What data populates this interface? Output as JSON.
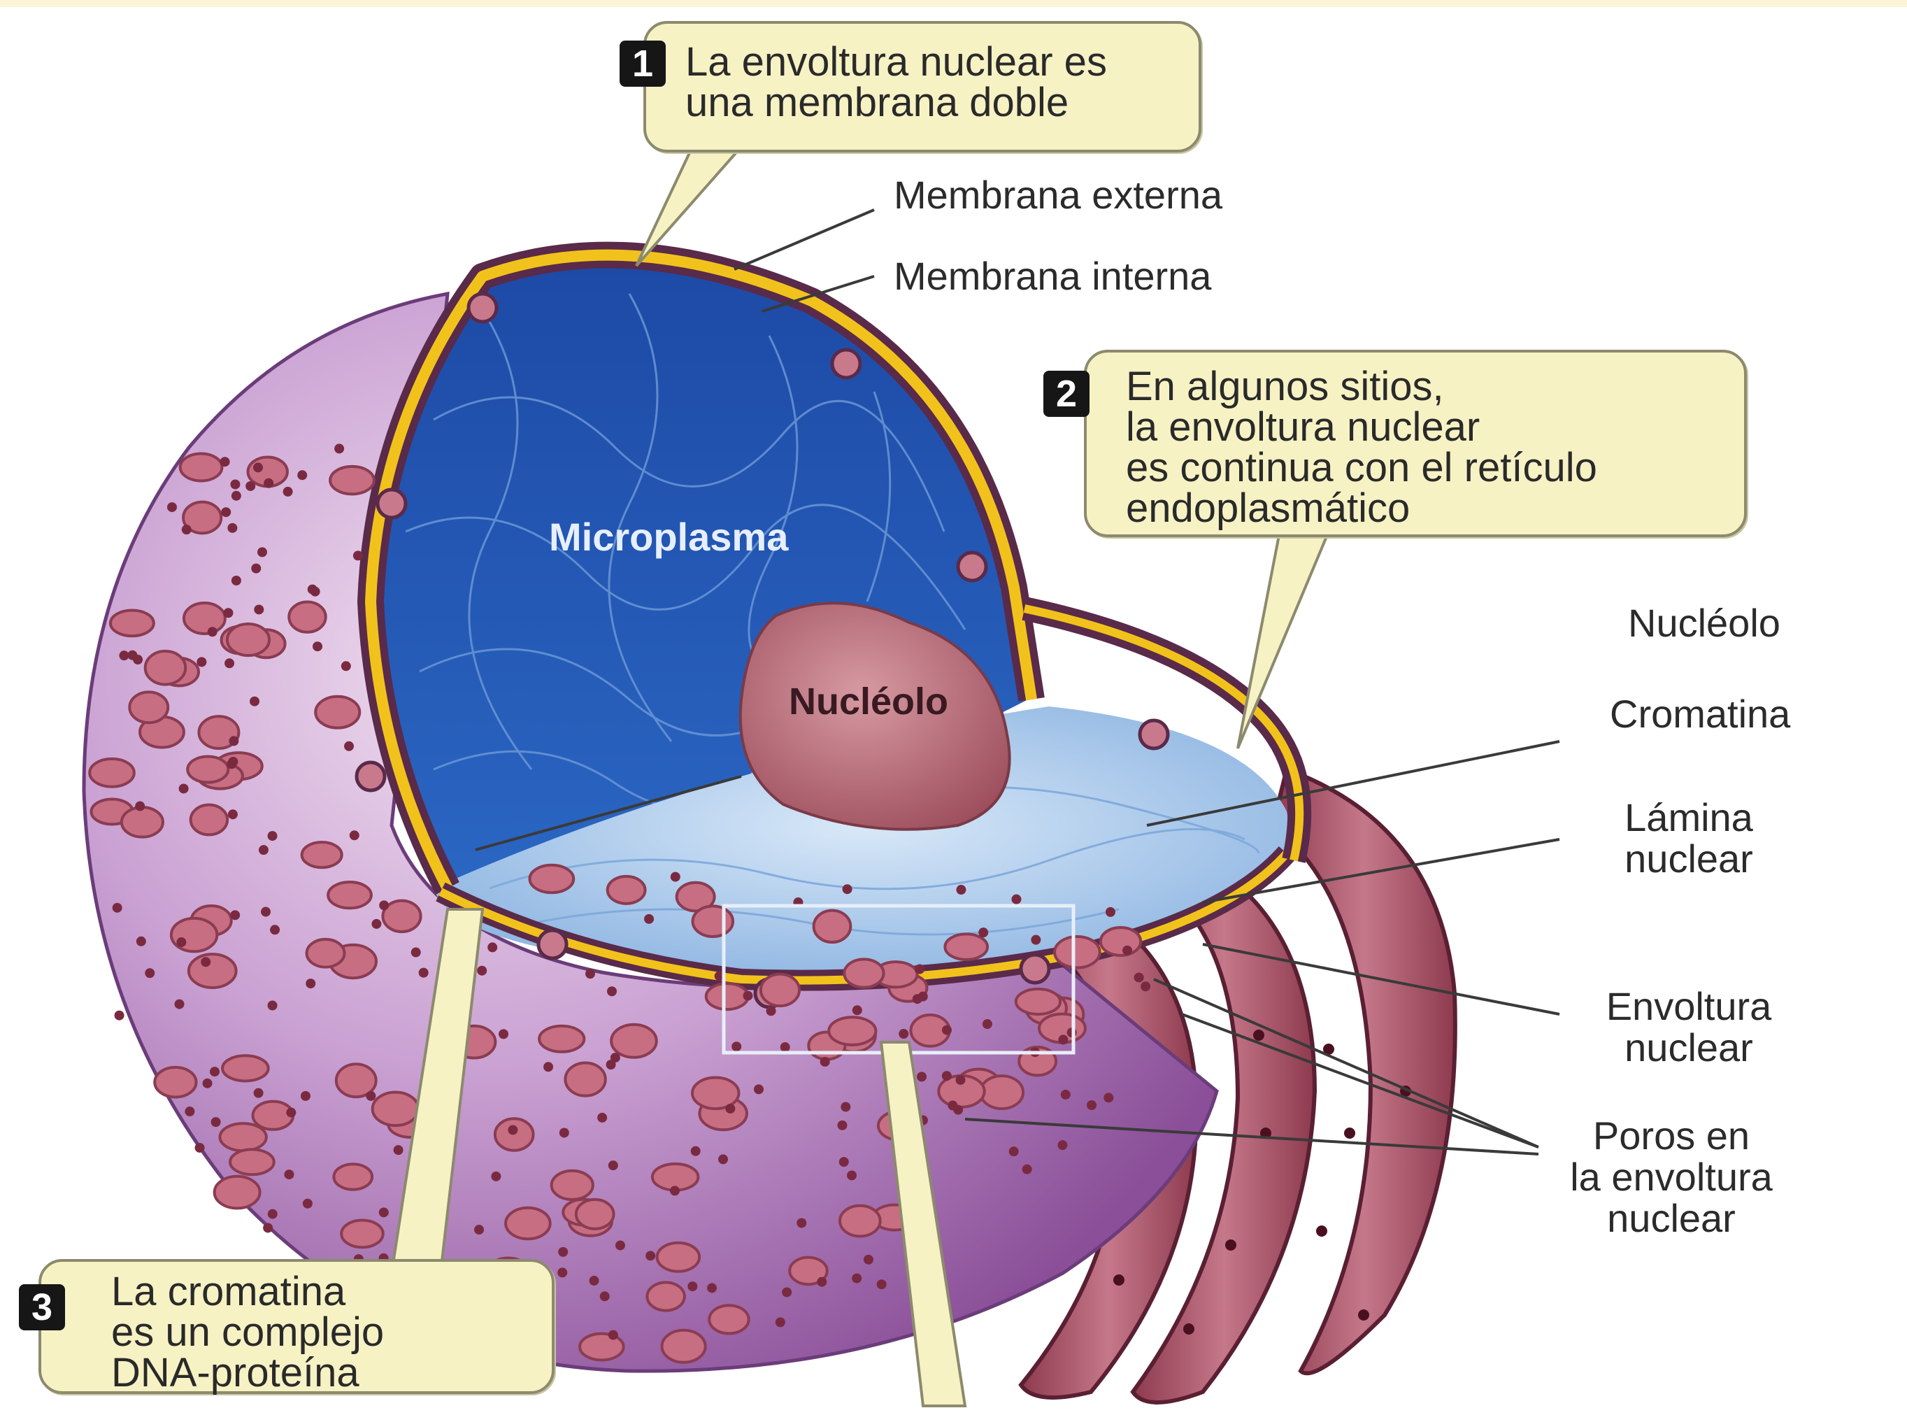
{
  "labels": {
    "membrana_externa": "Membrana externa",
    "membrana_interna": "Membrana interna",
    "microplasma": "Microplasma",
    "nucleolo_inner": "Nucléolo",
    "nucleolo_right": "Nucléolo",
    "cromatina": "Cromatina",
    "lamina_nuclear": [
      "Lámina",
      "nuclear"
    ],
    "envoltura_nuclear": [
      "Envoltura",
      "nuclear"
    ],
    "poros": [
      "Poros en",
      "la envoltura",
      "nuclear"
    ]
  },
  "callouts": [
    {
      "number": "1",
      "lines": [
        "La envoltura nuclear es",
        "una membrana doble"
      ]
    },
    {
      "number": "2",
      "lines": [
        "En algunos sitios,",
        "la envoltura nuclear",
        "es continua con el retículo",
        "endoplasmático"
      ]
    },
    {
      "number": "3",
      "lines": [
        "La cromatina",
        "es un complejo",
        "DNA-proteína"
      ]
    }
  ],
  "colors": {
    "nucleoplasm": "#1f4fa8",
    "floor": "#a9c9ec",
    "envelope": "#5a2a4a",
    "membrane_yellow": "#f2c21c",
    "sphere": "#b98ac4",
    "pore": "#b25a72",
    "nucleolus": "#b86c78",
    "callout_bg": "#f6f2c4"
  }
}
